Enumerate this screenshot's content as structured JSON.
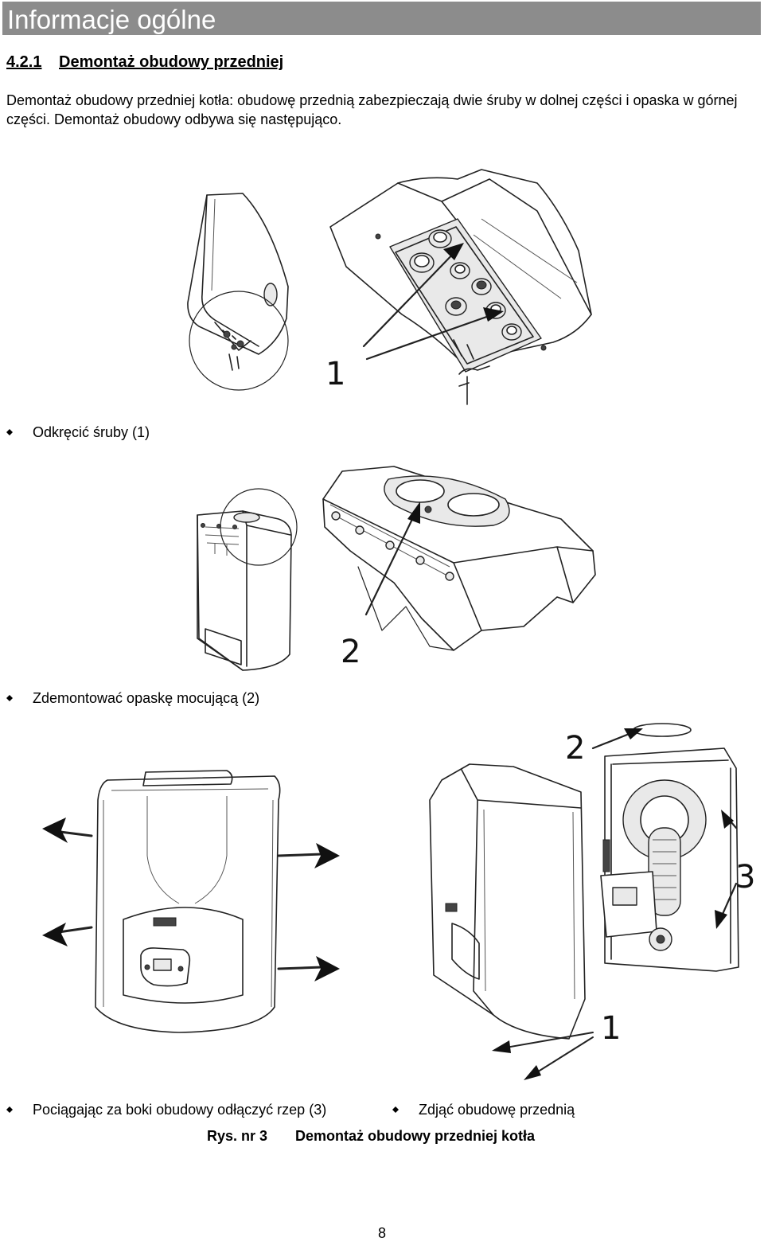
{
  "header": {
    "title": "Informacje ogólne"
  },
  "section": {
    "number": "4.2.1",
    "title": "Demontaż obudowy przedniej"
  },
  "intro": "Demontaż obudowy przedniej kotła: obudowę przednią zabezpieczają dwie śruby w dolnej części i opaska w górnej części. Demontaż obudowy odbywa się następująco.",
  "steps": [
    {
      "text": "Odkręcić śruby (1)"
    },
    {
      "text": "Zdemontować opaskę mocującą (2)"
    },
    {
      "text": "Pociągając za boki obudowy odłączyć rzep (3)"
    },
    {
      "text": "Zdjąć obudowę przednią"
    }
  ],
  "callouts": {
    "screws": "1",
    "band": "2",
    "velcro": "3"
  },
  "figure": {
    "number": "Rys. nr 3",
    "caption": "Demontaż obudowy przedniej kotła"
  },
  "page": {
    "number": "8"
  },
  "colors": {
    "header_bar": "#8c8c8c",
    "header_text": "#ffffff"
  }
}
